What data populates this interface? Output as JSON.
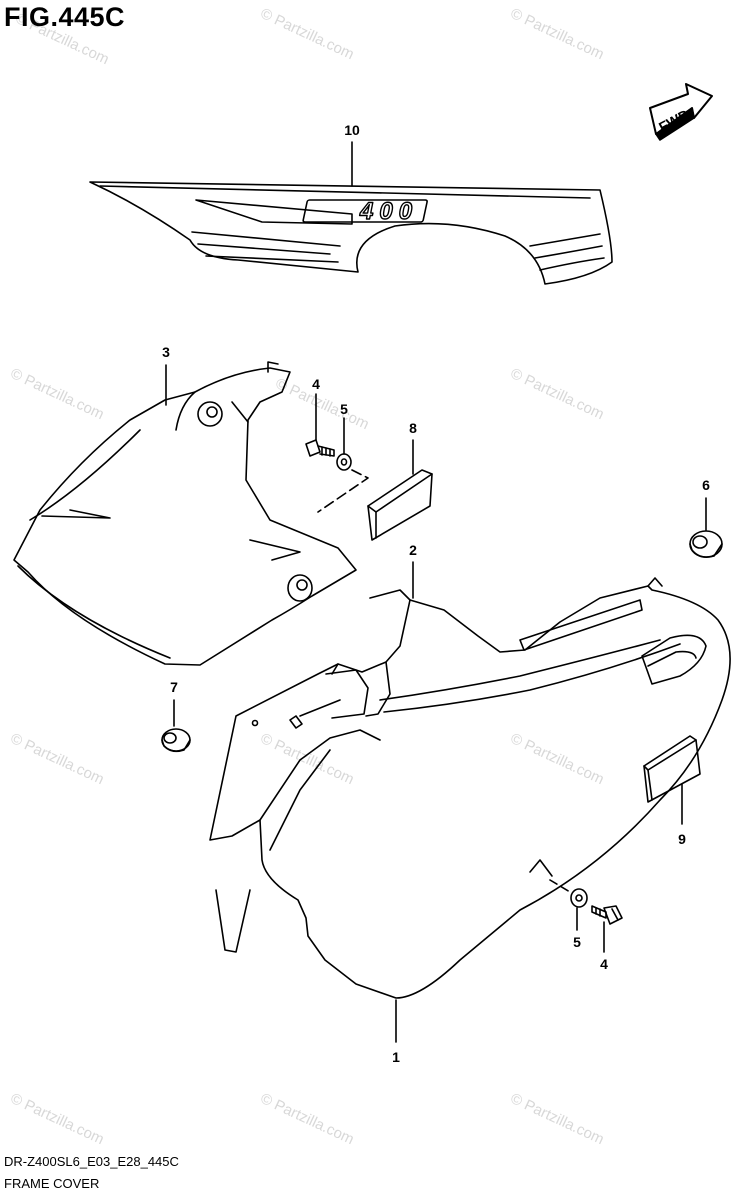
{
  "figure": {
    "title": "FIG.445C",
    "fwd_label": "FWD",
    "badge_text": "400",
    "footer_code": "DR-Z400SL6_E03_E28_445C",
    "footer_name": "FRAME COVER",
    "watermark": "© Partzilla.com"
  },
  "callouts": [
    {
      "id": "10",
      "label": "10"
    },
    {
      "id": "3",
      "label": "3"
    },
    {
      "id": "4a",
      "label": "4"
    },
    {
      "id": "5a",
      "label": "5"
    },
    {
      "id": "8",
      "label": "8"
    },
    {
      "id": "6",
      "label": "6"
    },
    {
      "id": "2",
      "label": "2"
    },
    {
      "id": "7",
      "label": "7"
    },
    {
      "id": "9",
      "label": "9"
    },
    {
      "id": "5b",
      "label": "5"
    },
    {
      "id": "4b",
      "label": "4"
    },
    {
      "id": "1",
      "label": "1"
    }
  ]
}
